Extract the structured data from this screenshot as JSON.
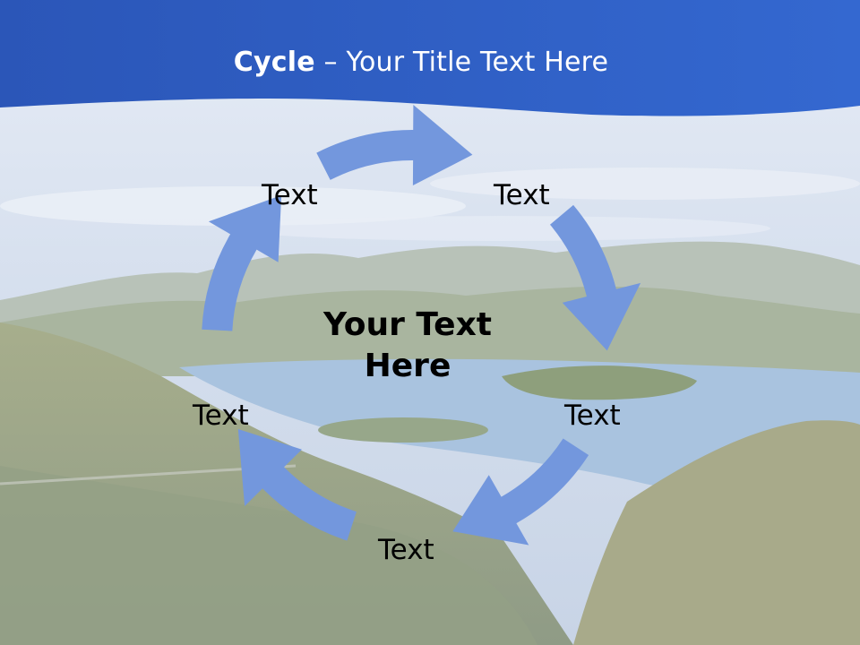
{
  "slide": {
    "title_bold": "Cycle",
    "title_rest": " – Your Title Text Here",
    "center_line1": "Your Text",
    "center_line2": "Here"
  },
  "cycle": {
    "labels": [
      "Text",
      "Text",
      "Text",
      "Text",
      "Text"
    ]
  },
  "colors": {
    "header": "#2f5fc4",
    "arrow": "#7397dd",
    "sky": "#d7e0ee",
    "water": "#a9c3df",
    "hills": "#9aa77e"
  }
}
